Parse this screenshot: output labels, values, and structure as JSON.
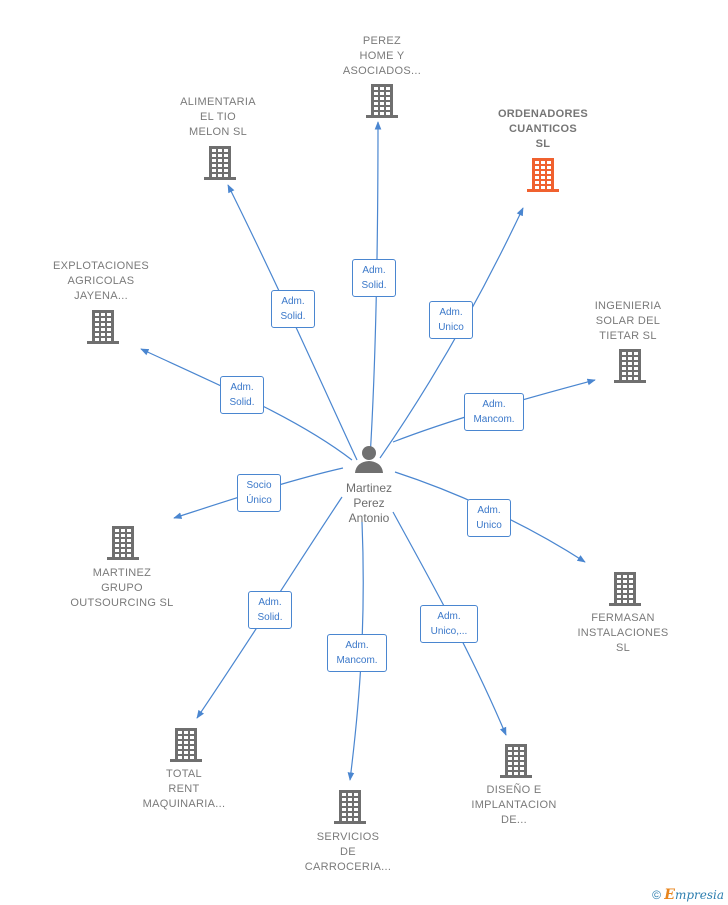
{
  "center": {
    "name": "Martinez\nPerez\nAntonio",
    "icon": "person-icon"
  },
  "nodes": [
    {
      "id": "perez-home",
      "label": "PEREZ\nHOME Y\nASOCIADOS...",
      "highlight": false,
      "edge": "Adm.\nSolid."
    },
    {
      "id": "alimentaria",
      "label": "ALIMENTARIA\nEL TIO\nMELON SL",
      "highlight": false,
      "edge": "Adm.\nSolid."
    },
    {
      "id": "ordenadores",
      "label": "ORDENADORES\nCUANTICOS\nSL",
      "highlight": true,
      "edge": "Adm.\nUnico"
    },
    {
      "id": "explotaciones",
      "label": "EXPLOTACIONES\nAGRICOLAS\nJAYENA...",
      "highlight": false,
      "edge": "Adm.\nSolid."
    },
    {
      "id": "ingenieria",
      "label": "INGENIERIA\nSOLAR DEL\nTIETAR SL",
      "highlight": false,
      "edge": "Adm.\nMancom."
    },
    {
      "id": "martinez-grupo",
      "label": "MARTINEZ\nGRUPO\nOUTSOURCING SL",
      "highlight": false,
      "edge": "Socio\nÚnico"
    },
    {
      "id": "fermasan",
      "label": "FERMASAN\nINSTALACIONES\nSL",
      "highlight": false,
      "edge": "Adm.\nUnico"
    },
    {
      "id": "total-rent",
      "label": "TOTAL\nRENT\nMAQUINARIA...",
      "highlight": false,
      "edge": "Adm.\nSolid."
    },
    {
      "id": "servicios",
      "label": "SERVICIOS\nDE\nCARROCERIA...",
      "highlight": false,
      "edge": "Adm.\nMancom."
    },
    {
      "id": "diseno",
      "label": "DISEÑO E\nIMPLANTACION\nDE...",
      "highlight": false,
      "edge": "Adm.\nUnico,..."
    }
  ],
  "colors": {
    "edge": "#4a86d0",
    "building": "#6f6f6f",
    "highlight": "#f0612f",
    "person": "#707070"
  },
  "footer": {
    "copyright": "©",
    "brand_initial": "E",
    "brand_rest": "mpresia"
  }
}
